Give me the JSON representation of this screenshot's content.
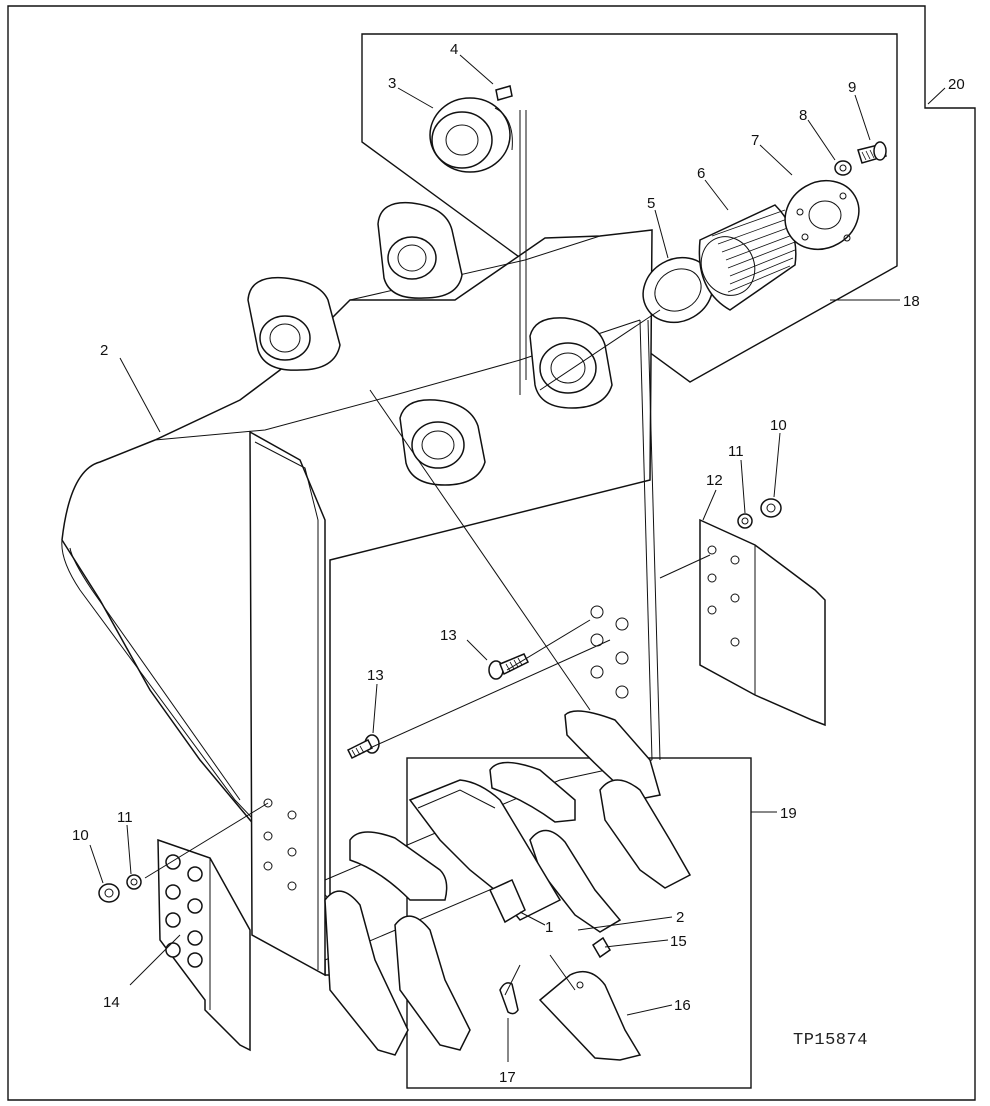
{
  "figure_id": "TP15874",
  "callouts": {
    "c1": "1",
    "c2a": "2",
    "c2b": "2",
    "c3": "3",
    "c4": "4",
    "c5": "5",
    "c6": "6",
    "c7": "7",
    "c8": "8",
    "c9": "9",
    "c10a": "10",
    "c10b": "10",
    "c11a": "11",
    "c11b": "11",
    "c12": "12",
    "c13a": "13",
    "c13b": "13",
    "c14": "14",
    "c15": "15",
    "c16": "16",
    "c17": "17",
    "c18": "18",
    "c19": "19",
    "c20": "20"
  }
}
